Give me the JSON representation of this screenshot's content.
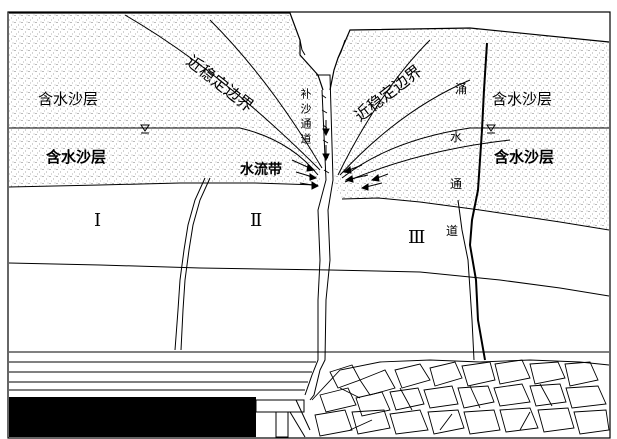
{
  "labels": {
    "near_stable_left": "近稳定边界",
    "near_stable_right": "近稳定边界",
    "aquifer_top_left": "含水沙层",
    "aquifer_top_right": "含水沙层",
    "aquifer_mid_left": "含水沙层",
    "aquifer_mid_right": "含水沙层",
    "water_flow_zone": "水流带",
    "sand_channel": "补沙通道",
    "water_channel_1": "涌",
    "water_channel_2": "水",
    "water_channel_3": "通",
    "water_channel_4": "道",
    "zone_1": "Ⅰ",
    "zone_2": "Ⅱ",
    "zone_3": "Ⅲ"
  },
  "colors": {
    "line": "#000000",
    "stipple": "#333333",
    "coal": "#000000",
    "background": "#ffffff"
  }
}
